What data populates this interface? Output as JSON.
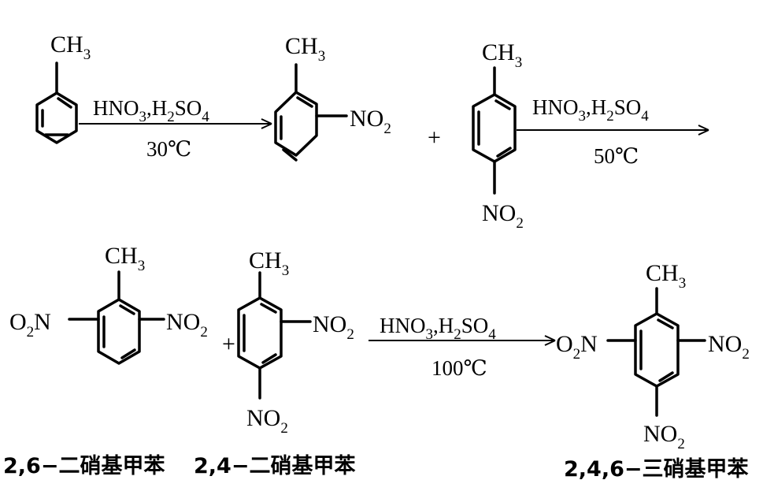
{
  "colors": {
    "ink": "#000000",
    "background": "#ffffff"
  },
  "groups": {
    "methyl": "CH",
    "methyl_sub": "3",
    "nitro": "NO",
    "nitro_sub": "2",
    "nitro_left": "O",
    "nitro_left_sub": "2",
    "nitro_left_N": "N"
  },
  "plus": "+",
  "reactions": [
    {
      "reagents": "HNO3,H2SO4",
      "temperature": "30℃"
    },
    {
      "reagents": "HNO3,H2SO4",
      "temperature": "50℃"
    },
    {
      "reagents": "HNO3,H2SO4",
      "temperature": "100℃"
    }
  ],
  "reagent_parts": {
    "hno": "HNO",
    "s3": "3",
    "comma_h": ",H",
    "s2": "2",
    "so": "SO",
    "s4": "4"
  },
  "compound_names": [
    "2,6−二硝基甲苯",
    "2,4−二硝基甲苯",
    "2,4,6−三硝基甲苯"
  ]
}
